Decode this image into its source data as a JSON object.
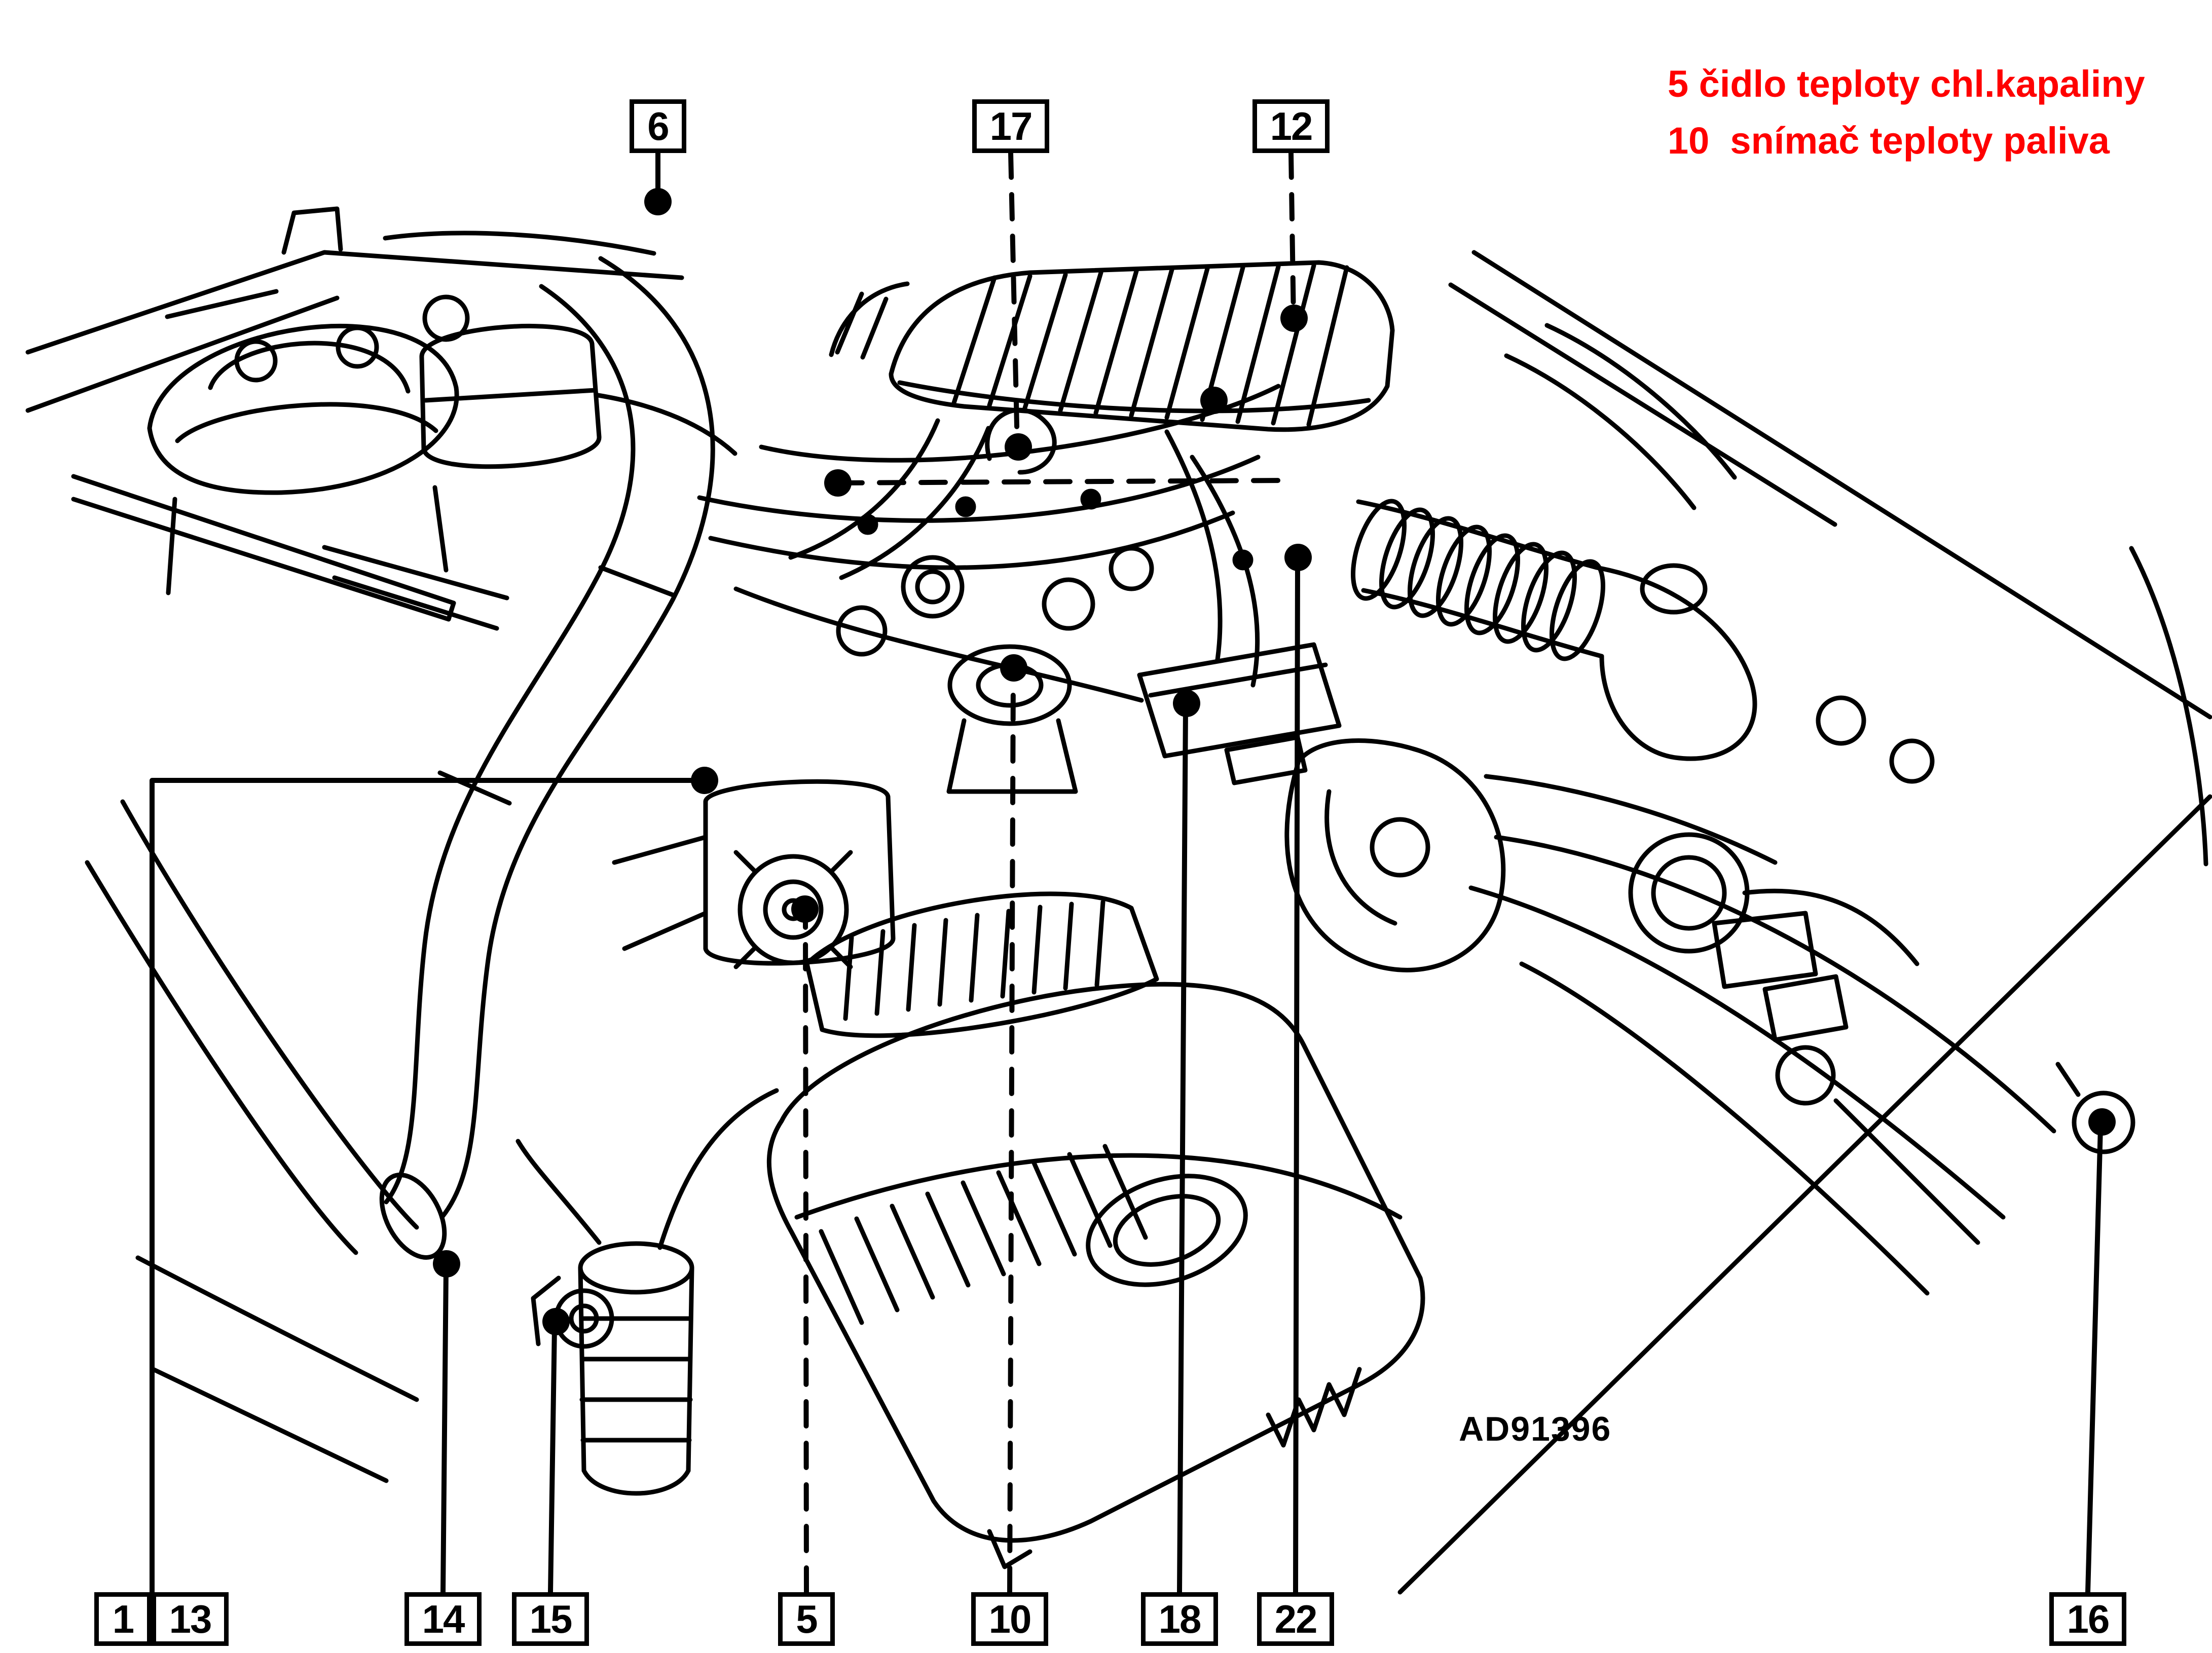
{
  "figure": {
    "kind": "engine-bay-component-location-diagram",
    "code_label": "AD91396"
  },
  "colors": {
    "background": "#ffffff",
    "line": "#000000",
    "annotation": "#ff0000"
  },
  "annotations": {
    "lines": [
      {
        "text": "5 čidlo teploty chl.kapaliny"
      },
      {
        "text": "10  snímač teploty paliva"
      }
    ]
  },
  "callouts": {
    "top": [
      {
        "label": "6",
        "leader": "solid"
      },
      {
        "label": "17",
        "leader": "dashed"
      },
      {
        "label": "12",
        "leader": "dashed"
      }
    ],
    "bottom": [
      {
        "label": "1",
        "leader": "solid"
      },
      {
        "label": "13",
        "leader": "solid"
      },
      {
        "label": "14",
        "leader": "solid"
      },
      {
        "label": "15",
        "leader": "solid"
      },
      {
        "label": "5",
        "leader": "dashed"
      },
      {
        "label": "10",
        "leader": "dashed"
      },
      {
        "label": "18",
        "leader": "solid"
      },
      {
        "label": "22",
        "leader": "solid"
      },
      {
        "label": "16",
        "leader": "solid"
      }
    ]
  }
}
